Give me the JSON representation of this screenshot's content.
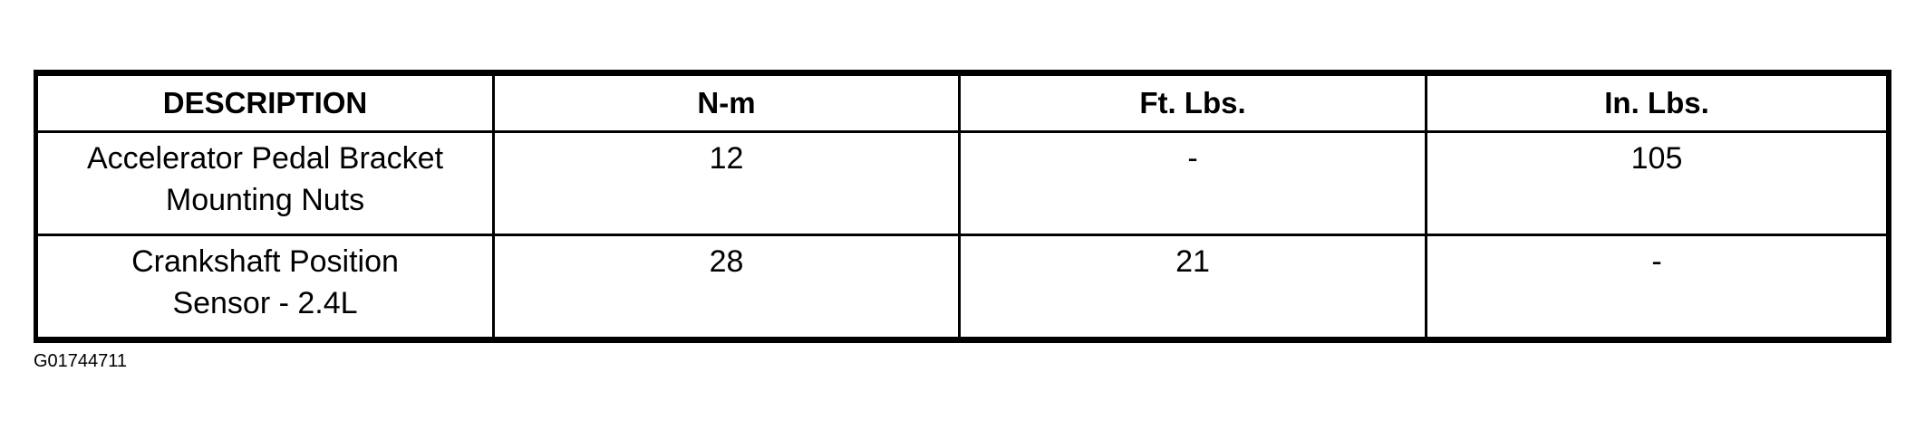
{
  "table": {
    "headers": [
      "DESCRIPTION",
      "N-m",
      "Ft. Lbs.",
      "In. Lbs."
    ],
    "rows": [
      {
        "description": [
          "Accelerator Pedal Bracket",
          "Mounting Nuts"
        ],
        "n_m": "12",
        "ft_lbs": "-",
        "in_lbs": "105"
      },
      {
        "description": [
          "Crankshaft Position",
          "Sensor - 2.4L"
        ],
        "n_m": "28",
        "ft_lbs": "21",
        "in_lbs": "-"
      }
    ]
  },
  "caption": "G01744711",
  "colors": {
    "text": "#000000",
    "border": "#000000",
    "background": "#ffffff"
  }
}
